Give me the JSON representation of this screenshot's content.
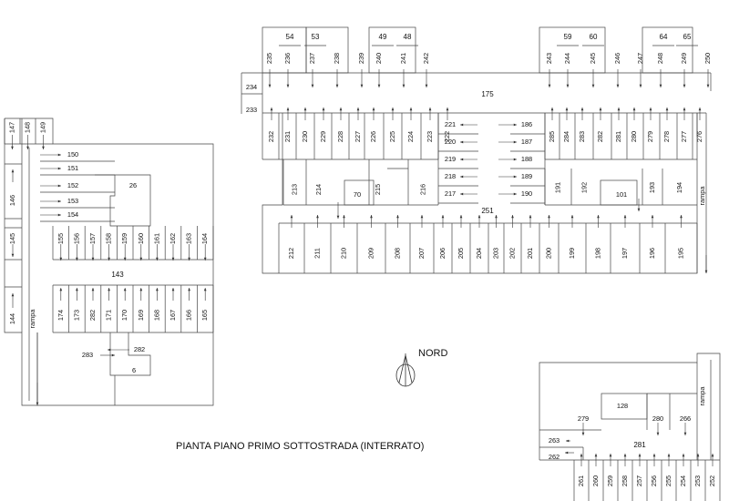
{
  "title": "PIANTA PIANO PRIMO SOTTOSTRADA (INTERRATO)",
  "north_label": "NORD",
  "ramp_label": "rampa",
  "left_block": {
    "top_spaces": [
      "147",
      "148",
      "149"
    ],
    "side_spaces": [
      "146",
      "145",
      "144"
    ],
    "arrow_spaces": [
      "150",
      "151",
      "152",
      "153",
      "154"
    ],
    "room": "26",
    "row_spaces": [
      "155",
      "156",
      "157",
      "158",
      "159",
      "160",
      "161",
      "162",
      "163",
      "164"
    ],
    "corridor": "143",
    "bottom_spaces": [
      "174",
      "173",
      "282",
      "171",
      "170",
      "169",
      "168",
      "167",
      "166",
      "165"
    ],
    "inner_spaces": [
      "282",
      "283"
    ],
    "room_small": "6"
  },
  "top_block": {
    "top_numbers": [
      "54",
      "53",
      "49",
      "48",
      "59",
      "60",
      "64",
      "65"
    ],
    "top_row": [
      "235",
      "236",
      "237",
      "238",
      "239",
      "240",
      "241",
      "242",
      "243",
      "244",
      "245",
      "246",
      "247",
      "248",
      "249",
      "250"
    ],
    "side_spaces": [
      "234",
      "233"
    ],
    "corridor_top": "175",
    "row2_left": [
      "232",
      "231",
      "230",
      "229",
      "228",
      "227",
      "226",
      "225",
      "224",
      "223",
      "222"
    ],
    "center_left": [
      "221",
      "220",
      "219",
      "218",
      "217"
    ],
    "center_right": [
      "186",
      "187",
      "188",
      "189",
      "190"
    ],
    "row2_right": [
      "285",
      "284",
      "283",
      "282",
      "281",
      "280",
      "279",
      "278",
      "277",
      "276"
    ],
    "mid_left": [
      "213",
      "214",
      "215",
      "216"
    ],
    "room_left": "70",
    "mid_right": [
      "191",
      "192",
      "193",
      "194"
    ],
    "room_right": "101",
    "corridor_bottom": "251",
    "bottom_row": [
      "212",
      "211",
      "210",
      "209",
      "208",
      "207",
      "206",
      "205",
      "204",
      "203",
      "202",
      "201",
      "200",
      "199",
      "198",
      "197",
      "196",
      "195"
    ]
  },
  "bottom_right_block": {
    "room": "128",
    "spaces": [
      "279",
      "280",
      "266"
    ],
    "side_spaces": [
      "263",
      "262"
    ],
    "corridor": "281",
    "bottom_row": [
      "261",
      "260",
      "259",
      "258",
      "257",
      "256",
      "255",
      "254",
      "253",
      "252"
    ]
  }
}
